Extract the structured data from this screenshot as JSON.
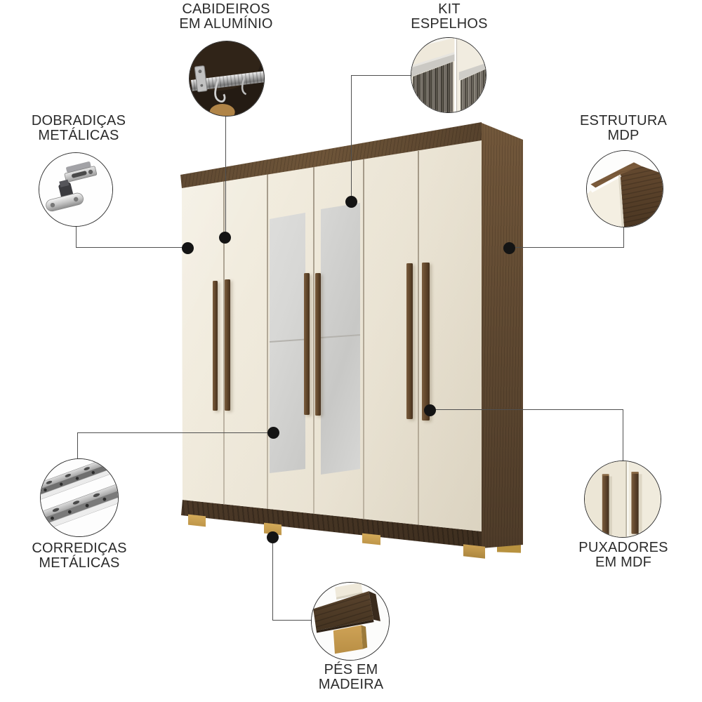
{
  "page": {
    "background": "#ffffff",
    "description": "Product feature diagram of a six-door wardrobe with two mirrored center doors, dark wood frame, off-white doors and wooden feet"
  },
  "callouts": {
    "cabideiros": {
      "line1": "CABIDEIROS",
      "line2": "EM ALUMÍNIO",
      "icon": "aluminum-hanging-rod"
    },
    "kit_espelhos": {
      "line1": "KIT",
      "line2": "ESPELHOS",
      "icon": "mirror-kit"
    },
    "dobradicas": {
      "line1": "DOBRADIÇAS",
      "line2": "METÁLICAS",
      "icon": "metal-hinge"
    },
    "estrutura": {
      "line1": "ESTRUTURA",
      "line2": "MDP",
      "icon": "mdp-board-corner"
    },
    "corredicas": {
      "line1": "CORREDIÇAS",
      "line2": "METÁLICAS",
      "icon": "metal-drawer-slides"
    },
    "puxadores": {
      "line1": "PUXADORES",
      "line2": "EM MDF",
      "icon": "mdf-handles"
    },
    "pes": {
      "line1": "PÉS EM",
      "line2": "MADEIRA",
      "icon": "wooden-foot"
    }
  },
  "colors": {
    "background": "#ffffff",
    "label_text": "#2b2b2b",
    "connector_line": "#4f4f4f",
    "marker_dot": "#141414",
    "wood_dark": "#5e4831",
    "wood_base": "#46341f",
    "door_offwhite": "#efe9da",
    "mirror_gray": "#d7d7d5",
    "handle_wood": "#5e4429",
    "foot_tan": "#c9a051"
  }
}
